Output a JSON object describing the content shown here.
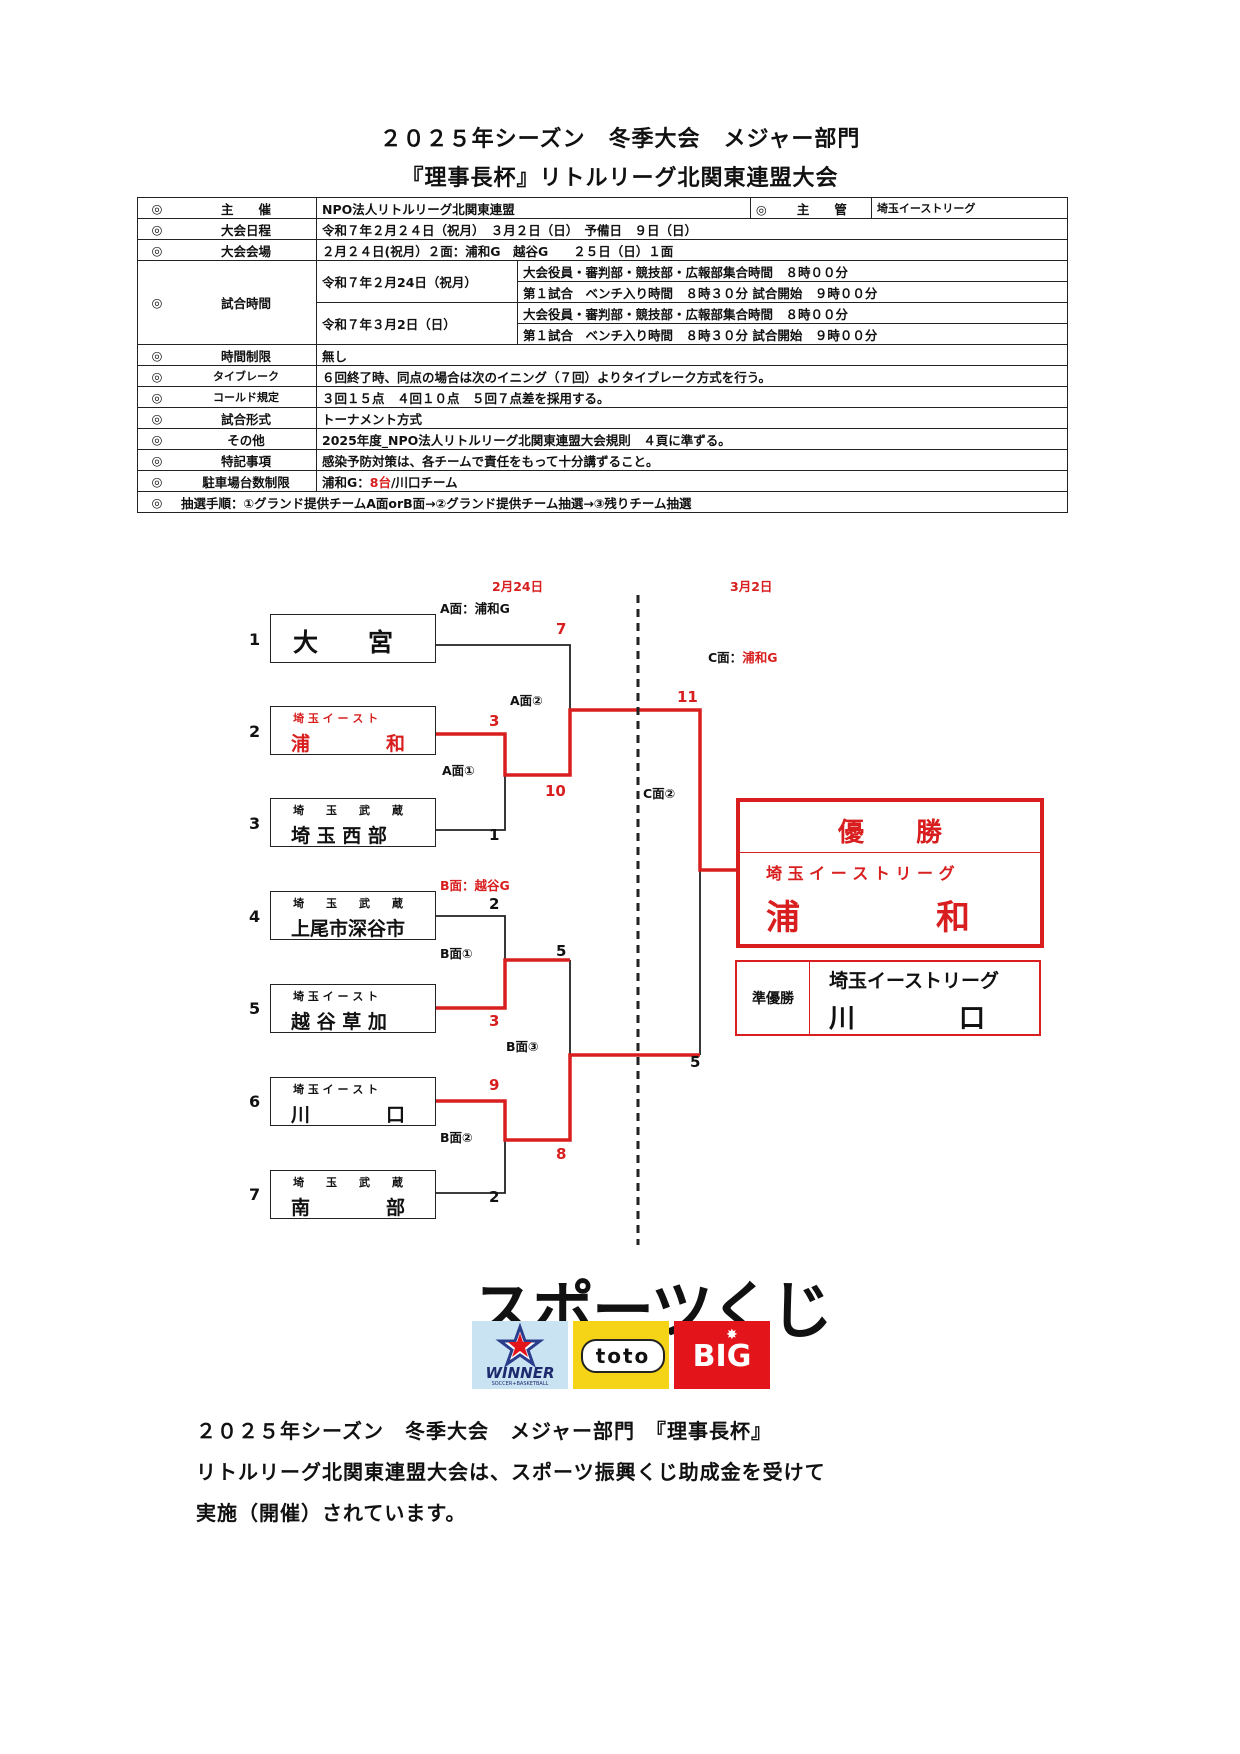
{
  "header": {
    "title1": "２０２５年シーズン　冬季大会　メジャー部門",
    "title2": "『理事長杯』リトルリーグ北関東連盟大会"
  },
  "info": {
    "mark": "◎",
    "organizer_label": "主　　催",
    "organizer": "NPO法人リトルリーグ北関東連盟",
    "manager_label": "主　　管",
    "manager": "埼玉イーストリーグ",
    "schedule_label": "大会日程",
    "schedule": "令和７年２月２４日（祝月）　３月２日（日）　予備日　９日（日）",
    "venue_label": "大会会場",
    "venue": "２月２４日(祝月）２面：浦和G　越谷G　　２５日（日）１面",
    "time_label": "試合時間",
    "day1": "令和７年２月24日（祝月）",
    "day1_line1": "大会役員・審判部・競技部・広報部集合時間　８時００分",
    "day1_line2": "第１試合　ベンチ入り時間　８時３０分 試合開始　９時００分",
    "day2": "令和７年３月2日（日）",
    "day2_line1": "大会役員・審判部・競技部・広報部集合時間　８時００分",
    "day2_line2": "第１試合　ベンチ入り時間　８時３０分 試合開始　９時００分",
    "limit_label": "時間制限",
    "limit": "無し",
    "tiebreak_label": "タイブレーク",
    "tiebreak": "６回終了時、同点の場合は次のイニング（７回）よりタイブレーク方式を行う。",
    "called_label": "コールド規定",
    "called": "３回１５点　４回１０点　５回７点差を採用する。",
    "format_label": "試合形式",
    "format": "トーナメント方式",
    "other_label": "その他",
    "other": "2025年度_NPO法人リトルリーグ北関東連盟大会規則　４頁に準ずる。",
    "notes_label": "特記事項",
    "notes": "感染予防対策は、各チームで責任をもって十分講ずること。",
    "parking_label": "駐車場台数制限",
    "parking_a": "浦和G：",
    "parking_b": "8台",
    "parking_c": "/川口チーム",
    "draw": "抽選手順：①グランド提供チームA面orB面→②グランド提供チーム抽選→③残りチーム抽選"
  },
  "bracket": {
    "date1": "2月24日",
    "date2": "3月2日",
    "court_a": "A面：浦和G",
    "court_b": "B面：越谷G",
    "court_c_a": "C面：",
    "court_c_b": "浦和G",
    "game_a1": "A面①",
    "game_a2": "A面②",
    "game_b1": "B面①",
    "game_b2": "B面②",
    "game_b3": "B面③",
    "game_c2": "C面②",
    "teams": [
      {
        "num": "1",
        "sub": "",
        "name": "大　　宮"
      },
      {
        "num": "2",
        "sub": "埼 玉 イ ー ス ト",
        "name": "浦　　　　和"
      },
      {
        "num": "3",
        "sub": "埼　　玉　　武　　蔵",
        "name": "埼 玉 西 部"
      },
      {
        "num": "4",
        "sub": "埼　　玉　　武　　蔵",
        "name": "上尾市深谷市"
      },
      {
        "num": "5",
        "sub": "埼 玉 イ ー ス ト",
        "name": "越 谷 草 加"
      },
      {
        "num": "6",
        "sub": "埼 玉 イ ー ス ト",
        "name": "川　　　　口"
      },
      {
        "num": "7",
        "sub": "埼　　玉　　武　　蔵",
        "name": "南　　　　部"
      }
    ],
    "scores": {
      "s_t1": "7",
      "s_t2": "3",
      "s_t3": "1",
      "s_a1w": "10",
      "s_t4": "2",
      "s_t5": "3",
      "s_b1w": "5",
      "s_t6": "9",
      "s_t7": "2",
      "s_b2w": "8",
      "s_final_top": "11",
      "s_final_bottom": "5"
    },
    "champion_label": "優　　勝",
    "champion_league": "埼 玉 イ ー ス ト リ ー グ",
    "champion_name": "浦　　　　和",
    "runnerup_label": "準優勝",
    "runnerup_league": "埼玉イーストリーグ",
    "runnerup_name": "川　　　　口"
  },
  "logos": {
    "main": "スポーツくじ",
    "winner": "WINNER",
    "winner_sub": "SOCCER+BASKETBALL",
    "toto": "toto",
    "big": "BIG"
  },
  "footer": {
    "line1": "２０２５年シーズン　冬季大会　メジャー部門　『理事長杯』",
    "line2": "リトルリーグ北関東連盟大会は、スポーツ振興くじ助成金を受けて",
    "line3": "実施（開催）されています。"
  },
  "colors": {
    "accent": "#d81e1e",
    "winner_bg": "#c9e3f3",
    "toto_bg": "#f5d316",
    "big_bg": "#e3151a"
  }
}
